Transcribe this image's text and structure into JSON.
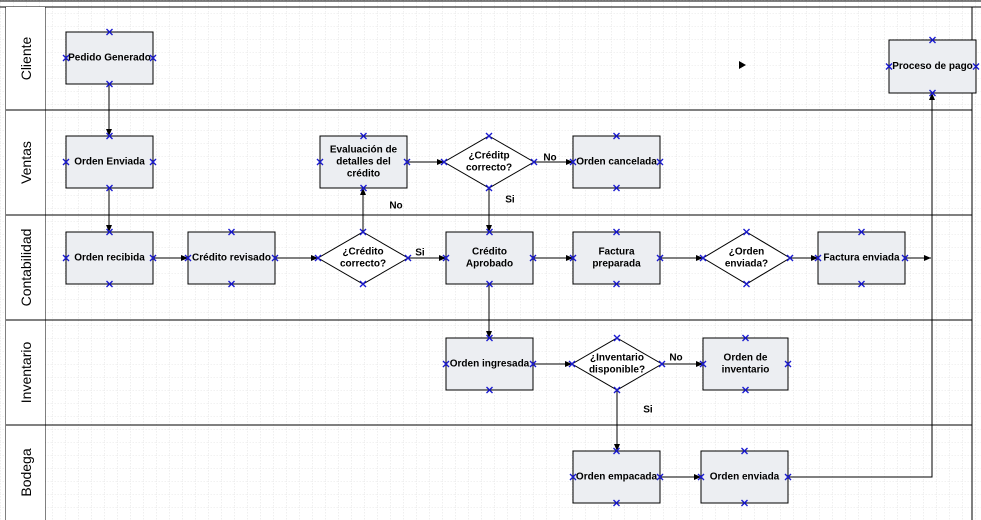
{
  "lanes": [
    {
      "id": "cliente",
      "label": "Cliente"
    },
    {
      "id": "ventas",
      "label": "Ventas"
    },
    {
      "id": "contabilidad",
      "label": "Contabilidad"
    },
    {
      "id": "inventario",
      "label": "Inventario"
    },
    {
      "id": "bodega",
      "label": "Bodega"
    }
  ],
  "nodes": [
    {
      "id": "pedido-generado",
      "type": "process",
      "lines": [
        "Pedido Generado"
      ]
    },
    {
      "id": "proceso-pago",
      "type": "process",
      "lines": [
        "Proceso de pago"
      ]
    },
    {
      "id": "orden-enviada-ventas",
      "type": "process",
      "lines": [
        "Orden Enviada"
      ]
    },
    {
      "id": "evaluacion-credito",
      "type": "process",
      "lines": [
        "Evaluación de",
        "detalles del",
        "crédito"
      ]
    },
    {
      "id": "credito-correcto-ventas",
      "type": "decision",
      "lines": [
        "¿Créditp",
        "correcto?"
      ]
    },
    {
      "id": "orden-cancelada",
      "type": "process",
      "lines": [
        "Orden cancelada"
      ]
    },
    {
      "id": "orden-recibida",
      "type": "process",
      "lines": [
        "Orden recibida"
      ]
    },
    {
      "id": "credito-revisado",
      "type": "process",
      "lines": [
        "Crédito revisado"
      ]
    },
    {
      "id": "credito-correcto-contab",
      "type": "decision",
      "lines": [
        "¿Crédito",
        "correcto?"
      ]
    },
    {
      "id": "credito-aprobado",
      "type": "process",
      "lines": [
        "Crédito",
        "Aprobado"
      ]
    },
    {
      "id": "factura-preparada",
      "type": "process",
      "lines": [
        "Factura",
        "preparada"
      ]
    },
    {
      "id": "orden-enviada-decision",
      "type": "decision",
      "lines": [
        "¿Orden",
        "enviada?"
      ]
    },
    {
      "id": "factura-enviada",
      "type": "process",
      "lines": [
        "Factura enviada"
      ]
    },
    {
      "id": "orden-ingresada",
      "type": "process",
      "lines": [
        "Orden ingresada"
      ]
    },
    {
      "id": "inventario-disponible",
      "type": "decision",
      "lines": [
        "¿Inventario",
        "disponible?"
      ]
    },
    {
      "id": "orden-inventario",
      "type": "process",
      "lines": [
        "Orden de",
        "inventario"
      ]
    },
    {
      "id": "orden-empacada",
      "type": "process",
      "lines": [
        "Orden empacada"
      ]
    },
    {
      "id": "orden-enviada-bodega",
      "type": "process",
      "lines": [
        "Orden enviada"
      ]
    }
  ],
  "edge_labels": [
    {
      "id": "no-cancel",
      "text": "No"
    },
    {
      "id": "si-ventas",
      "text": "Si"
    },
    {
      "id": "no-eval",
      "text": "No"
    },
    {
      "id": "si-contab",
      "text": "Si"
    },
    {
      "id": "no-inventario",
      "text": "No"
    },
    {
      "id": "si-inventario",
      "text": "Si"
    }
  ],
  "colors": {
    "box_fill": "#eceef2",
    "stroke": "#000000",
    "connector": "#1a1ad0",
    "grid": "#c9c9c9"
  }
}
